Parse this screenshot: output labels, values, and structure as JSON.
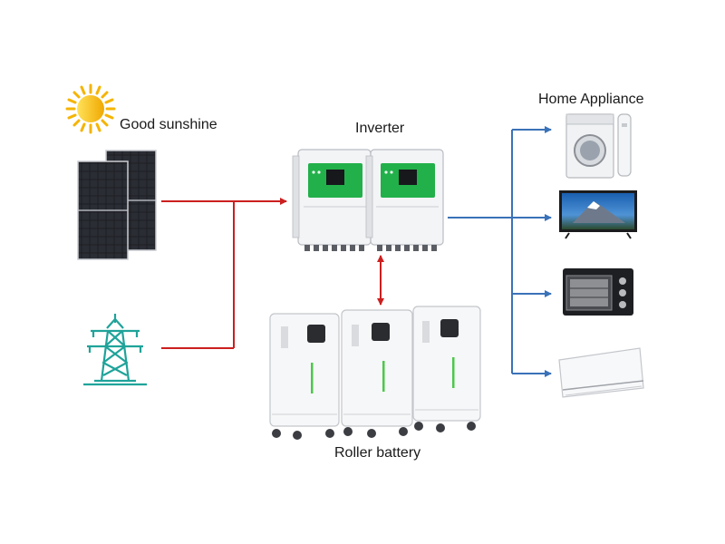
{
  "labels": {
    "sunshine": "Good sunshine",
    "inverter": "Inverter",
    "home_appliance": "Home Appliance",
    "battery": "Roller battery"
  },
  "icons": {
    "sun": "sun-icon",
    "solar_panels": "solar-panel-icon",
    "grid_tower": "power-tower-icon",
    "inverters": "inverter-icon",
    "batteries": "battery-icon",
    "washing_machine": "washing-machine-icon",
    "tv": "tv-icon",
    "oven": "oven-icon",
    "air_conditioner": "air-conditioner-icon"
  },
  "colors": {
    "input_line": "#cc1f1f",
    "output_line": "#3a72b8",
    "tower": "#1fa39a",
    "sun": "#f5c518",
    "inverter_screen": "#22b04a",
    "battery_led": "#4cc84a"
  }
}
